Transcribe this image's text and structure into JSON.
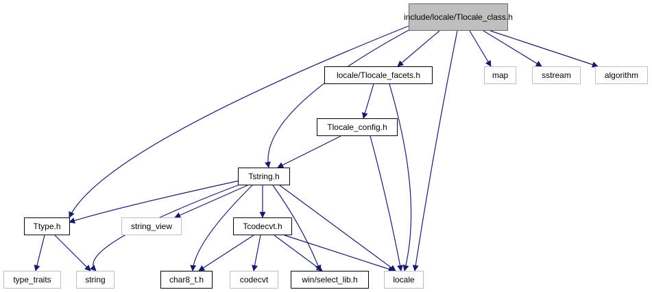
{
  "diagram": {
    "colors": {
      "edge": "#191970",
      "project_border": "#000000",
      "system_border": "#bfbfbf",
      "system_text": "#000000",
      "root_fill": "#bfbfbf"
    },
    "nodes": [
      {
        "id": "root",
        "kind": "root",
        "lines": [
          "include/locale/Tlocale",
          "_class.h"
        ]
      },
      {
        "id": "facets",
        "kind": "proj",
        "lines": [
          "locale/Tlocale_facets.h"
        ]
      },
      {
        "id": "map",
        "kind": "sys",
        "lines": [
          "map"
        ]
      },
      {
        "id": "sstream",
        "kind": "sys",
        "lines": [
          "sstream"
        ]
      },
      {
        "id": "algorithm",
        "kind": "sys",
        "lines": [
          "algorithm"
        ]
      },
      {
        "id": "config",
        "kind": "proj",
        "lines": [
          "Tlocale_config.h"
        ]
      },
      {
        "id": "tstring",
        "kind": "proj",
        "lines": [
          "Tstring.h"
        ]
      },
      {
        "id": "ttype",
        "kind": "proj",
        "lines": [
          "Ttype.h"
        ]
      },
      {
        "id": "string_view",
        "kind": "sys",
        "lines": [
          "string_view"
        ]
      },
      {
        "id": "tcodecvt",
        "kind": "proj",
        "lines": [
          "Tcodecvt.h"
        ]
      },
      {
        "id": "type_traits",
        "kind": "sys",
        "lines": [
          "type_traits"
        ]
      },
      {
        "id": "string",
        "kind": "sys",
        "lines": [
          "string"
        ]
      },
      {
        "id": "char8",
        "kind": "proj",
        "lines": [
          "char8_t.h"
        ]
      },
      {
        "id": "codecvt",
        "kind": "sys",
        "lines": [
          "codecvt"
        ]
      },
      {
        "id": "select_lib",
        "kind": "proj",
        "lines": [
          "win/select_lib.h"
        ]
      },
      {
        "id": "locale",
        "kind": "sys",
        "lines": [
          "locale"
        ]
      }
    ],
    "edges": [
      [
        "root",
        "facets"
      ],
      [
        "root",
        "map"
      ],
      [
        "root",
        "sstream"
      ],
      [
        "root",
        "algorithm"
      ],
      [
        "root",
        "tstring"
      ],
      [
        "root",
        "ttype"
      ],
      [
        "root",
        "locale"
      ],
      [
        "facets",
        "config"
      ],
      [
        "facets",
        "locale"
      ],
      [
        "config",
        "tstring"
      ],
      [
        "config",
        "locale"
      ],
      [
        "tstring",
        "ttype"
      ],
      [
        "tstring",
        "string_view"
      ],
      [
        "tstring",
        "string"
      ],
      [
        "tstring",
        "tcodecvt"
      ],
      [
        "tstring",
        "char8"
      ],
      [
        "tstring",
        "select_lib"
      ],
      [
        "tstring",
        "locale"
      ],
      [
        "ttype",
        "type_traits"
      ],
      [
        "ttype",
        "string"
      ],
      [
        "tcodecvt",
        "char8"
      ],
      [
        "tcodecvt",
        "codecvt"
      ],
      [
        "tcodecvt",
        "select_lib"
      ],
      [
        "tcodecvt",
        "locale"
      ]
    ]
  }
}
